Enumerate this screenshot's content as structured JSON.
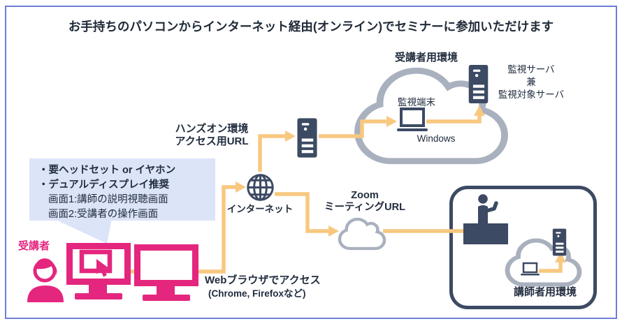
{
  "colors": {
    "accent_pink": "#E4267E",
    "icon_navy": "#3C4A63",
    "arrow_orange": "#F8C880",
    "cloud_gray": "#A9B0BE",
    "note_bg": "#DCE4F8",
    "frame_border": "#6E7ED6",
    "text_dark": "#222D3F"
  },
  "title": "お手持ちのパソコンからインターネット経由(オンライン)でセミナーに参加いただけます",
  "student_env": {
    "title": "受講者用環境",
    "terminal": "監視端末",
    "os": "Windows",
    "server_lines": [
      "監視サーバ",
      "兼",
      "監視対象サーバ"
    ]
  },
  "handson": {
    "line1": "ハンズオン環境",
    "line2": "アクセス用URL"
  },
  "internet": {
    "label": "インターネット"
  },
  "note": {
    "line1": "・要ヘッドセット or イヤホン",
    "line2": "・デュアルディスプレイ推奨",
    "line3": "画面1:講師の説明視聴画面",
    "line4": "画面2:受講者の操作画面"
  },
  "student": {
    "label": "受講者"
  },
  "browser": {
    "line1": "Webブラウザでアクセス",
    "line2": "(Chrome, Firefoxなど)"
  },
  "zoom_meeting": {
    "line1": "Zoom",
    "line2": "ミーティングURL"
  },
  "instructor_env": {
    "title": "講師者用環境"
  }
}
